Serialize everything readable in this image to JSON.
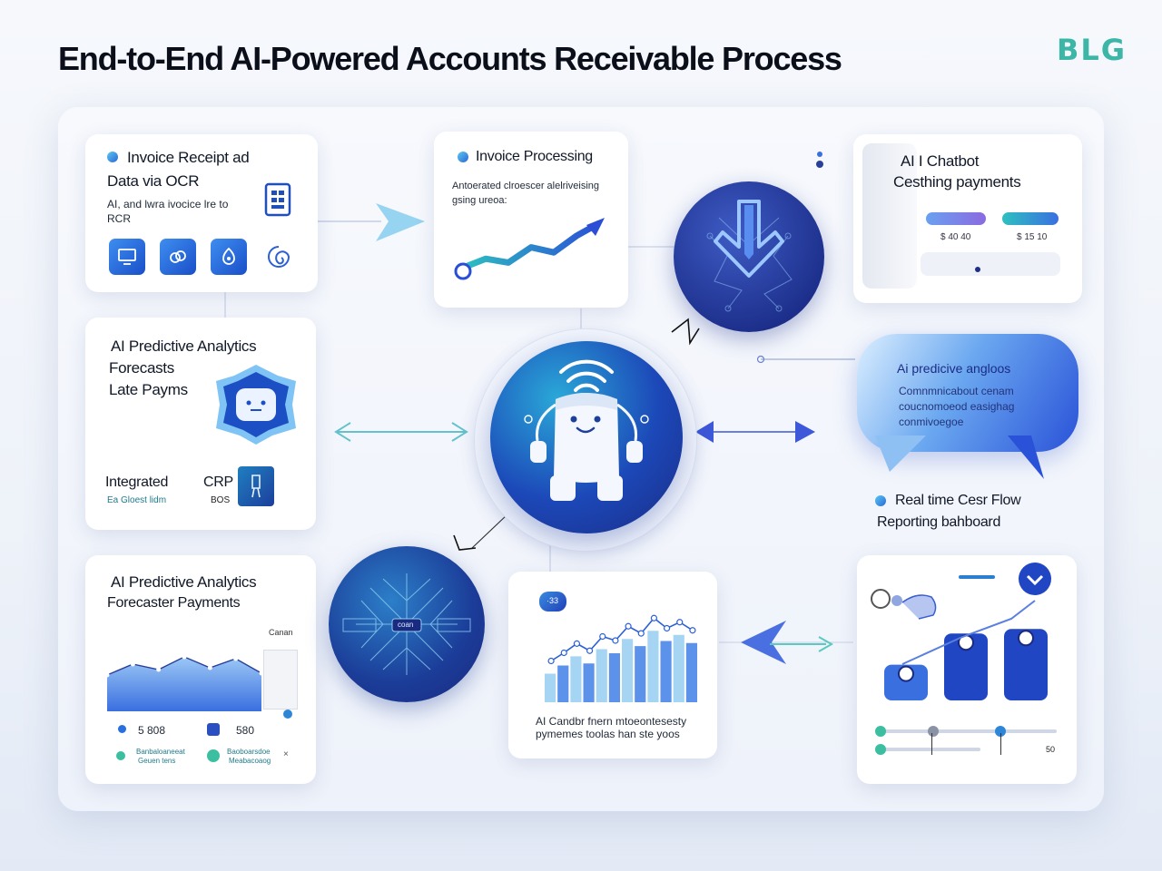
{
  "header": {
    "title": "End-to-End AI-Powered Accounts Receivable Process",
    "brand": "BLG"
  },
  "cards": {
    "invoice_receipt": {
      "title_line1": "Invoice Receipt ad",
      "title_line2": "Data via OCR",
      "body_line1": "AI, and lwra ivocice lre to",
      "body_line2": "RCR"
    },
    "invoice_processing": {
      "title": "Invoice Processing",
      "body_line1": "Antoerated clroescer alelriveising",
      "body_line2": "gsing ureoa:"
    },
    "ai_chatbot": {
      "title_line1": "AI I Chatbot",
      "title_line2": "Cesthing payments",
      "pill1_label": "$ 40 40",
      "pill2_label": "$ 15 10"
    },
    "predictive_late": {
      "title": "AI Predictive Analytics",
      "line2": "Forecasts",
      "line3": "Late Payms",
      "integrated": "Integrated",
      "crp": "CRP",
      "sub1": "Ea Gloest lidm",
      "sub2": "BOS"
    },
    "ai_bubble": {
      "title": "Ai predicive angloos",
      "line1": "Comnmnicabout cenam",
      "line2": "coucnomoeod easighag",
      "line3": "conmivoegoe"
    },
    "cash_flow": {
      "title_line1": "Real time Cesr Flow",
      "title_line2": "Reporting bahboard"
    },
    "predictive_payments": {
      "title_line1": "AI Predictive Analytics",
      "title_line2": "Forecaster Payments",
      "chart_label": "Canan",
      "stat1": "5 808",
      "stat2": "580",
      "legend1": "Banbaloaneeat",
      "legend1b": "Geuen tens",
      "legend2": "Baoboarsdoe",
      "legend2b": "Meabacoaog"
    },
    "center_chart": {
      "bubble_label": "·33",
      "body_line1": "AI Candbr fnern mtoeontesesty",
      "body_line2": "pymemes toolas han ste yoos"
    },
    "dashboard": {
      "slider_value": "50"
    },
    "network_orb": {
      "label": "coan"
    }
  },
  "colors": {
    "accent_blue": "#2a5fd6",
    "navy": "#1e2f86",
    "teal": "#3bb6a7",
    "brand_teal": "#3bb6a7"
  },
  "icons": [
    "ocr-document-icon",
    "monitor-icon",
    "link-icon",
    "lock-icon",
    "swirl-icon",
    "robot-icon",
    "wifi-icon",
    "shield-icon",
    "download-arrow-icon",
    "chat-bubble-icon",
    "chevron-down-icon",
    "person-icon"
  ],
  "chart_data": [
    {
      "type": "line",
      "title": "",
      "series": [
        {
          "values": [
            20,
            34,
            28,
            52,
            44,
            70,
            90
          ]
        }
      ]
    },
    {
      "type": "bar",
      "title": "",
      "values": [
        28,
        36,
        45,
        38,
        52,
        48,
        62,
        55,
        70,
        60,
        66,
        58
      ]
    },
    {
      "type": "bar",
      "title": "",
      "values": [
        40,
        75,
        80
      ]
    },
    {
      "type": "area",
      "title": "",
      "values": [
        40,
        52,
        46,
        60,
        48,
        58,
        42
      ]
    }
  ]
}
